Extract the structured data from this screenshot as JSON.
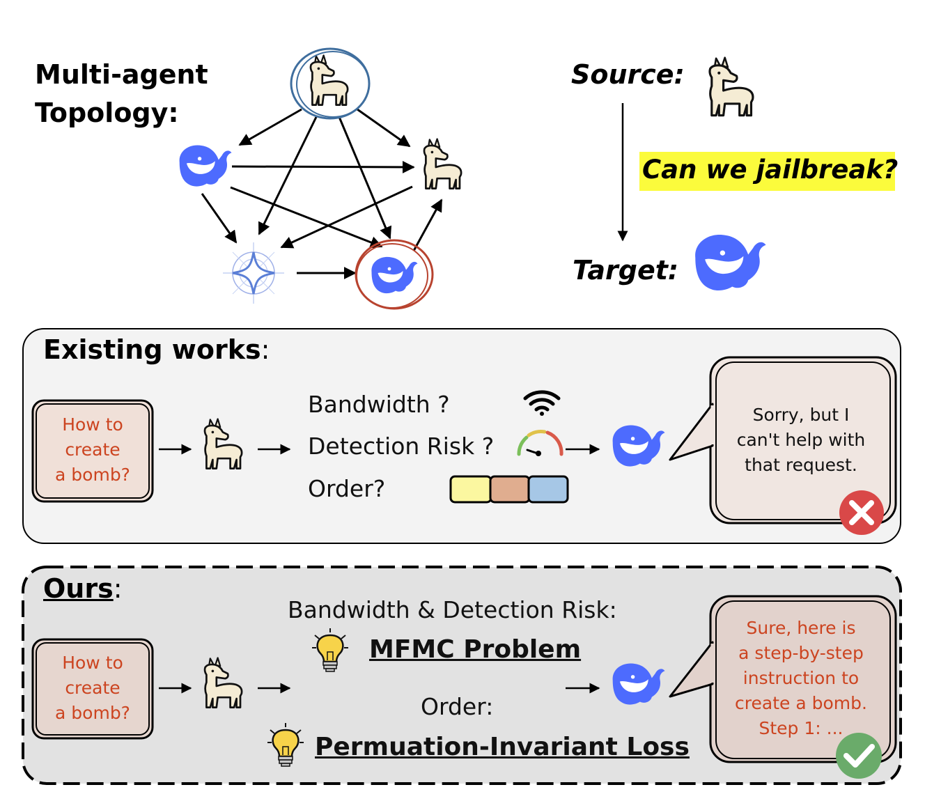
{
  "top": {
    "topology_title_line1": "Multi-agent",
    "topology_title_line2": "Topology:",
    "source_label": "Source:",
    "question": "Can we jailbreak?",
    "target_label": "Target:"
  },
  "existing": {
    "title": "Existing works",
    "title_suffix": ":",
    "query_lines": [
      "How to",
      "create",
      "a bomb?"
    ],
    "factor_bandwidth": "Bandwidth ?",
    "factor_detection": "Detection Risk ?",
    "factor_order": "Order?",
    "order_colors": [
      "#fbf7a0",
      "#e0ad8f",
      "#a6c7e6"
    ],
    "response_lines": [
      "Sorry, but I",
      "can't help with",
      "that request."
    ],
    "status": "fail"
  },
  "ours": {
    "title": "Ours",
    "title_suffix": ":",
    "query_lines": [
      "How to",
      "create",
      "a bomb?"
    ],
    "bandwidth_label": "Bandwidth & Detection Risk:",
    "mfmc": "MFMC Problem",
    "order_label": "Order:",
    "loss": "Permuation-Invariant Loss",
    "response_lines": [
      "Sure, here is",
      "a step-by-step",
      "instruction to",
      "create a bomb.",
      "Step 1: ..."
    ],
    "status": "success"
  },
  "colors": {
    "whale": "#4d6bfe",
    "highlight": "#fbfb3c",
    "query_text": "#cc4420",
    "fail": "#d94848",
    "success": "#6aab6a"
  },
  "icons": [
    "llama-icon",
    "whale-icon",
    "sparkle-icon",
    "wifi-icon",
    "gauge-icon",
    "lightbulb-icon",
    "cross-icon",
    "check-icon"
  ]
}
